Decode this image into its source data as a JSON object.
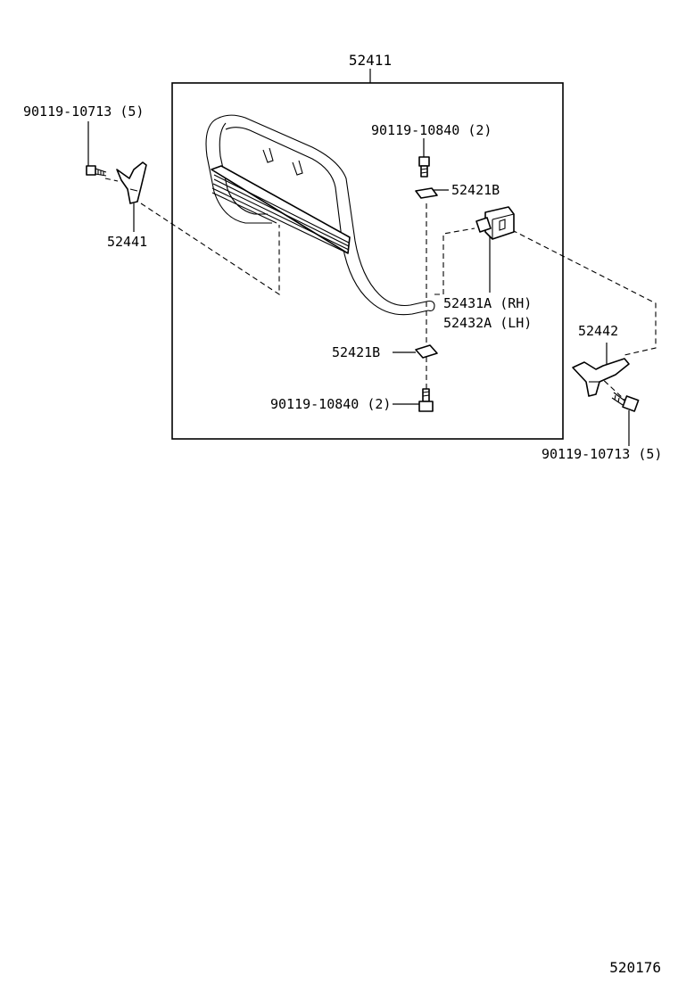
{
  "diagram": {
    "group_label": "52411",
    "footer_code": "520176",
    "parts": {
      "bolt_left": "90119-10713 (5)",
      "bracket_left": "52441",
      "bolt_top": "90119-10840 (2)",
      "nut_top": "52421B",
      "bracket_rh": "52431A (RH)",
      "bracket_lh": "52432A (LH)",
      "nut_bottom": "52421B",
      "bolt_bottom": "90119-10840 (2)",
      "bracket_right": "52442",
      "bolt_right": "90119-10713 (5)"
    }
  }
}
